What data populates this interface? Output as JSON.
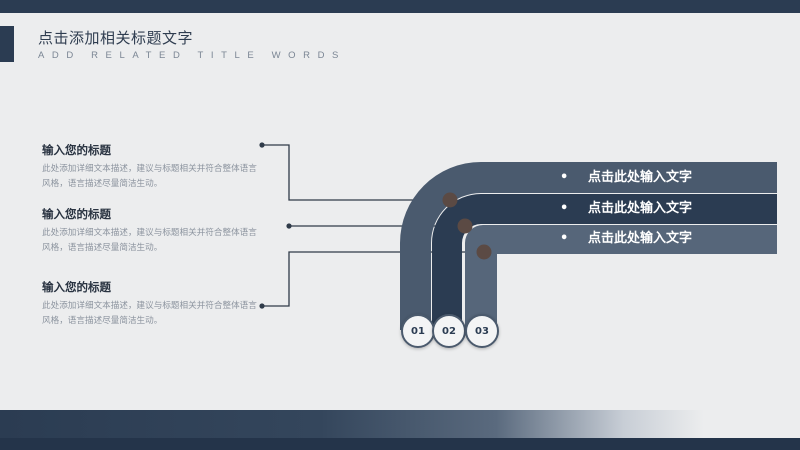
{
  "slide": {
    "title": "点击添加相关标题文字",
    "subtitle": "ADD RELATED TITLE WORDS"
  },
  "items": [
    {
      "heading": "输入您的标题",
      "body": "此处添加详细文本描述，建议与标题相关并符合整体语言风格，语言描述尽量简洁生动。"
    },
    {
      "heading": "输入您的标题",
      "body": "此处添加详细文本描述，建议与标题相关并符合整体语言风格，语言描述尽量简洁生动。"
    },
    {
      "heading": "输入您的标题",
      "body": "此处添加详细文本描述，建议与标题相关并符合整体语言风格，语言描述尽量简洁生动。"
    }
  ],
  "bars": [
    {
      "bullet": "•",
      "label": "点击此处输入文字"
    },
    {
      "bullet": "•",
      "label": "点击此处输入文字"
    },
    {
      "bullet": "•",
      "label": "点击此处输入文字"
    }
  ],
  "badges": [
    "01",
    "02",
    "03"
  ],
  "colors": {
    "dark_navy": "#2b3c52",
    "slate_1": "#4a5a6e",
    "slate_2": "#2b3c52",
    "slate_3": "#56667a",
    "background": "#ecedee",
    "dot": "#5b4a44"
  }
}
